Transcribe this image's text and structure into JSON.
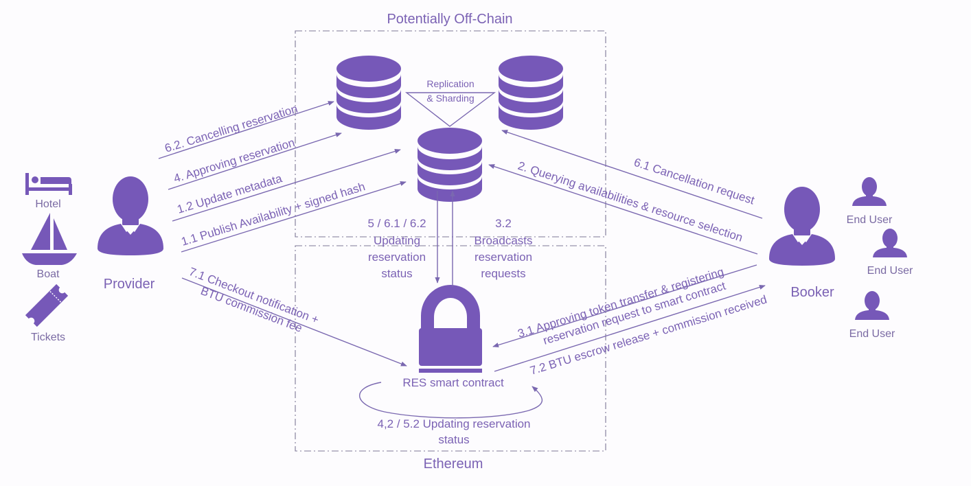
{
  "colors": {
    "primary": "#7658b8",
    "text": "#7b62b4",
    "arrow": "#7a68b0",
    "box_border": "#7d7796",
    "background": "#fdfcfe"
  },
  "regions": {
    "off_chain": {
      "title": "Potentially Off-Chain"
    },
    "ethereum": {
      "title": "Ethereum"
    }
  },
  "resources": [
    {
      "icon": "bed-icon",
      "label": "Hotel"
    },
    {
      "icon": "sailboat-icon",
      "label": "Boat"
    },
    {
      "icon": "ticket-icon",
      "label": "Tickets"
    }
  ],
  "actors": {
    "provider": {
      "icon": "person-icon",
      "label": "Provider"
    },
    "booker": {
      "icon": "person-icon",
      "label": "Booker"
    },
    "end_users": [
      {
        "icon": "user-icon",
        "label": "End User"
      },
      {
        "icon": "user-icon",
        "label": "End User"
      },
      {
        "icon": "user-icon",
        "label": "End User"
      }
    ]
  },
  "databases": {
    "replication_label_1": "Replication",
    "replication_label_2": "& Sharding"
  },
  "contract": {
    "icon": "lock-icon",
    "label": "RES smart contract"
  },
  "flows": {
    "cancelling": "6.2. Cancelling reservation",
    "approving": "4. Approving reservation",
    "update_metadata": "1.2 Update metadata",
    "publish": "1.1 Publish Availability + signed hash",
    "cancellation_request": "6.1 Cancellation request",
    "querying": "2. Querying availabilities & resource selection",
    "updating_status": [
      "5 / 6.1 / 6.2",
      "Updating",
      "reservation",
      "status"
    ],
    "broadcasts": [
      "3.2",
      "Broadcasts",
      "reservation",
      "requests"
    ],
    "checkout": [
      "7.1 Checkout notification +",
      "BTU commission fee"
    ],
    "approving_token": [
      "3.1 Approving token transfer & registering",
      "reservation request to smart contract"
    ],
    "escrow": "7.2 BTU escrow release + commission received",
    "self_update": [
      "4,2 / 5.2 Updating reservation",
      "status"
    ]
  }
}
